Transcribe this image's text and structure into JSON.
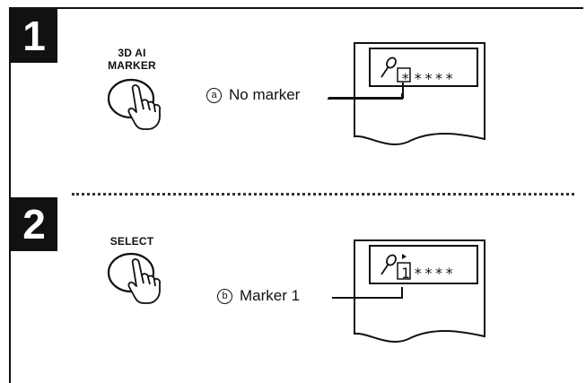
{
  "steps": [
    {
      "number": "1",
      "button_label": "3D AI\nMARKER",
      "callout_letter": "a",
      "callout_text": "No marker",
      "display": {
        "marker_slot": "*",
        "tail": "****"
      }
    },
    {
      "number": "2",
      "button_label": "SELECT",
      "callout_letter": "b",
      "callout_text": "Marker 1",
      "display": {
        "marker_slot": "1",
        "tail": "****"
      }
    }
  ],
  "icons": [
    "pointing-hand-icon",
    "pen-icon",
    "marker-arrow-icon"
  ]
}
